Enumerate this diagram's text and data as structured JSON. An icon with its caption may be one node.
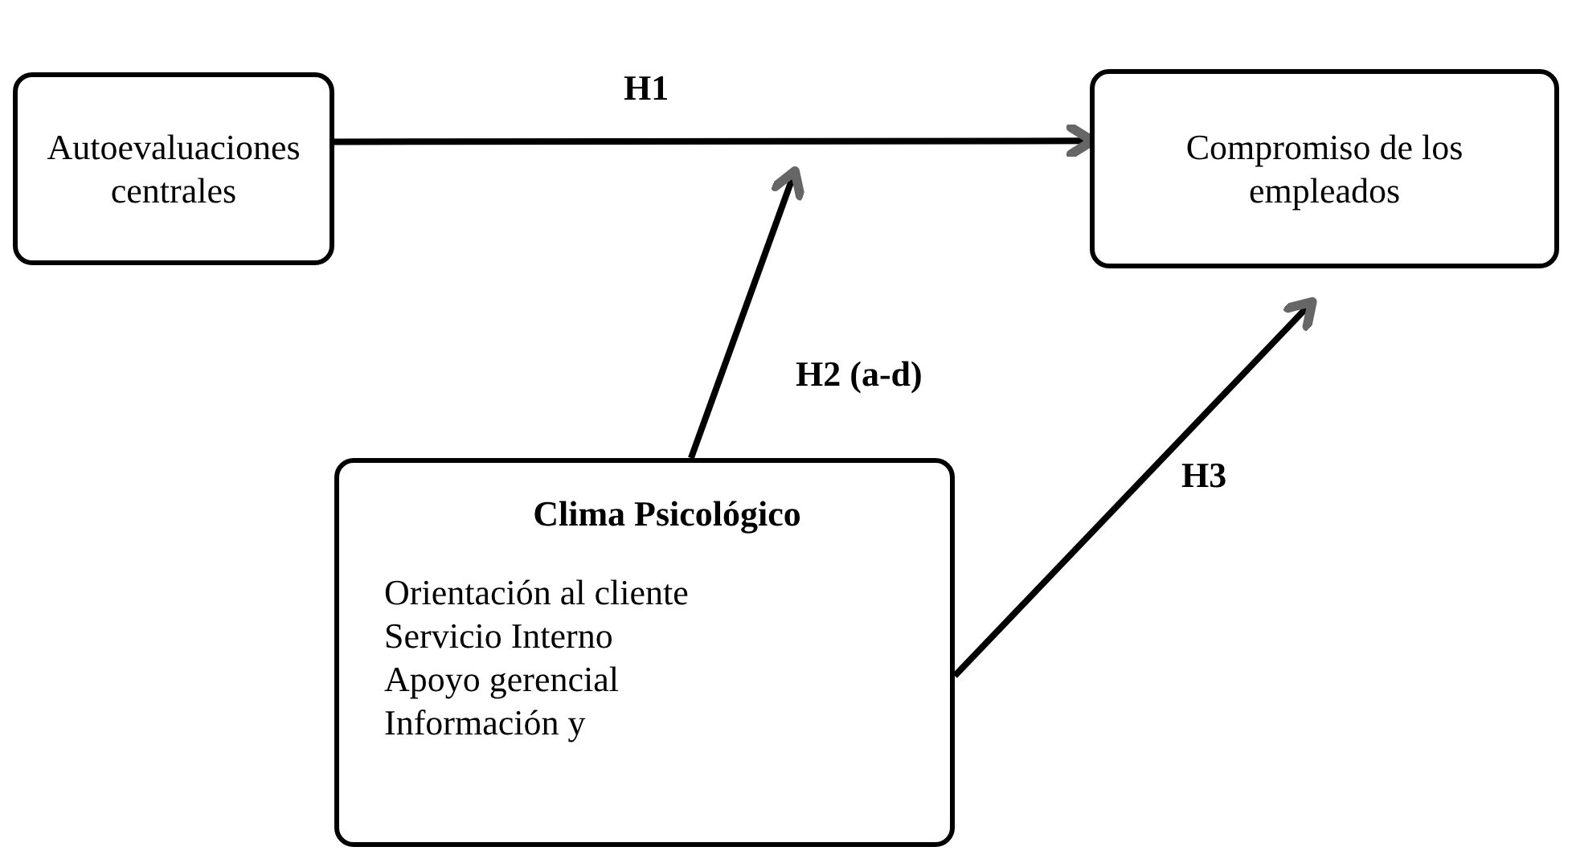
{
  "diagram": {
    "nodes": [
      {
        "text": [
          "Autoevaluaciones centrales"
        ]
      },
      {
        "text": [
          "Compromiso de los empleados"
        ]
      },
      {
        "text": [
          "Clima Psicológico",
          "Orientación al cliente",
          "Servicio Interno",
          "Apoyo gerencial",
          "Información y"
        ]
      }
    ],
    "edges": [
      {
        "from": 0,
        "to": 1,
        "arrow": "to",
        "label": "H1"
      },
      {
        "from": 2,
        "to": null,
        "arrow": "to",
        "label": "H2 (a-d)"
      },
      {
        "from": 2,
        "to": 1,
        "arrow": "to",
        "label": "H3"
      }
    ]
  }
}
